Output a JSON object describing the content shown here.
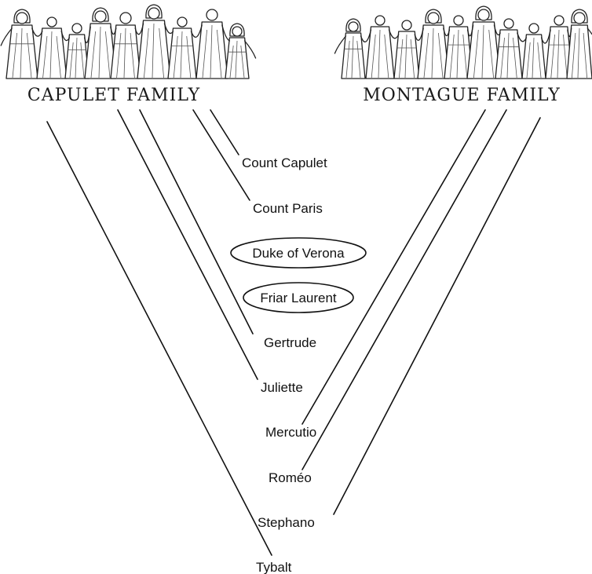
{
  "families": {
    "capulet": {
      "title": "CAPULET FAMILY"
    },
    "montague": {
      "title": "MONTAGUE FAMILY"
    }
  },
  "characters": [
    {
      "id": "count-capulet",
      "label": "Count Capulet",
      "circled": false,
      "family": "capulet"
    },
    {
      "id": "count-paris",
      "label": "Count Paris",
      "circled": false,
      "family": "capulet"
    },
    {
      "id": "duke-of-verona",
      "label": "Duke of Verona",
      "circled": true,
      "family": "none"
    },
    {
      "id": "friar-laurent",
      "label": "Friar Laurent",
      "circled": true,
      "family": "none"
    },
    {
      "id": "gertrude",
      "label": "Gertrude",
      "circled": false,
      "family": "capulet"
    },
    {
      "id": "juliette",
      "label": "Juliette",
      "circled": false,
      "family": "capulet"
    },
    {
      "id": "mercutio",
      "label": "Mercutio",
      "circled": false,
      "family": "montague"
    },
    {
      "id": "romeo",
      "label": "Roméo",
      "circled": false,
      "family": "montague"
    },
    {
      "id": "stephano",
      "label": "Stephano",
      "circled": false,
      "family": "montague"
    },
    {
      "id": "tybalt",
      "label": "Tybalt",
      "circled": false,
      "family": "capulet"
    }
  ],
  "colors": {
    "ink": "#111111",
    "background": "#ffffff"
  }
}
